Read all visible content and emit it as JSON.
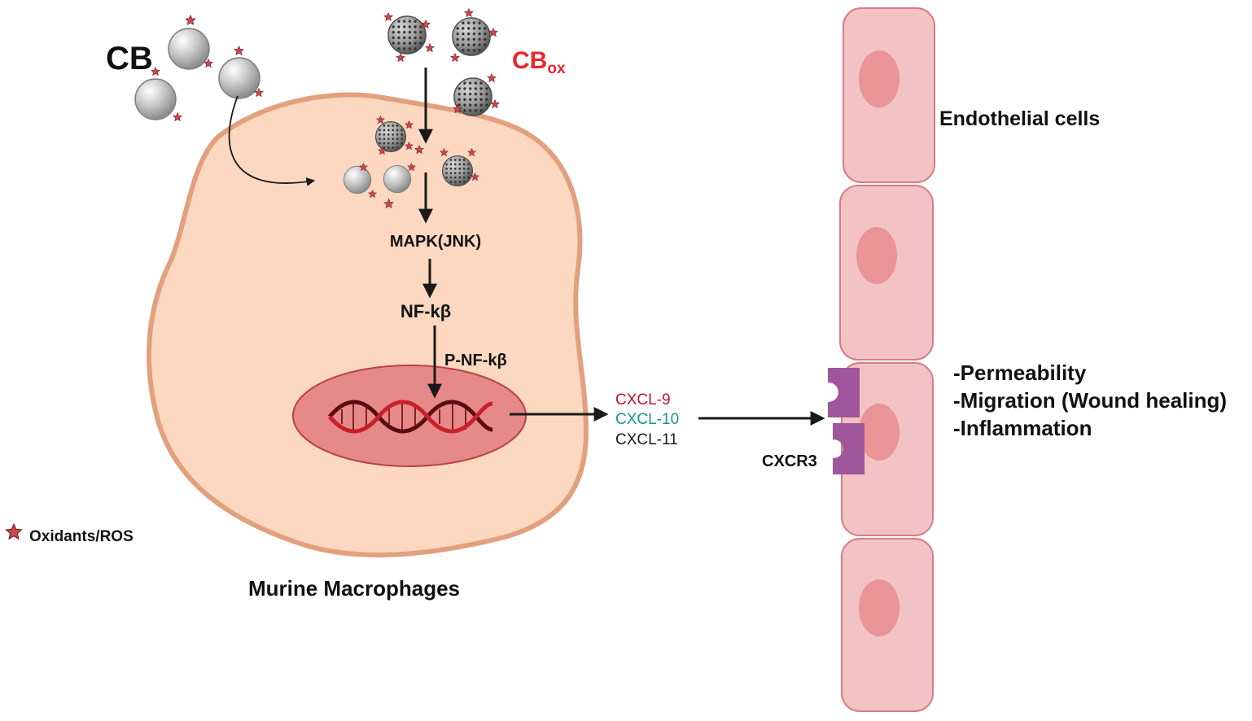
{
  "labels": {
    "cb": "CB",
    "cbox_main": "CB",
    "cbox_sub": "ox",
    "mapk": "MAPK(JNK)",
    "nfkb": "NF-kβ",
    "pnfkb": "P-NF-kβ",
    "cxcl9": "CXCL-9",
    "cxcl10": "CXCL-10",
    "cxcl11": "CXCL-11",
    "cxcr3": "CXCR3",
    "endothelial": "Endothelial cells",
    "effects": [
      "-Permeability",
      "-Migration (Wound healing)",
      "-Inflammation"
    ],
    "legend_ros": "Oxidants/ROS",
    "macrophage": "Murine Macrophages"
  },
  "icons": {
    "particle_cb": "grey-sphere-icon",
    "particle_cbox": "dotted-sphere-icon",
    "ros": "star-icon",
    "dna": "dna-helix-icon",
    "receptor": "receptor-icon"
  },
  "colors": {
    "macrophage_fill": "#fbd8bf",
    "macrophage_stroke": "#e2a07e",
    "nucleus_fill": "#e58a88",
    "endothelial_fill": "#f2c2c4",
    "endothelial_nucleus": "#e99497",
    "receptor": "#a0569a",
    "ros": "#c9494f",
    "cxcl9": "#c8102e",
    "cxcl10": "#17958a",
    "cxcl11": "#1a1a1a",
    "cbox_label": "#e8262b"
  }
}
